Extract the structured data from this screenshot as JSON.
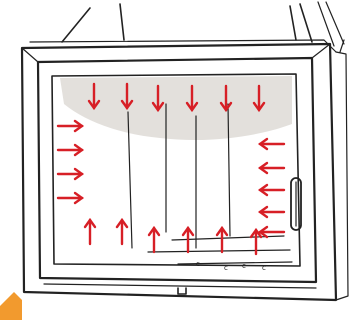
{
  "colors": {
    "arrow": "#d71f26",
    "smoke": "#e3e0dc",
    "outline": "#222222",
    "background": "#ffffff",
    "corner_badge": "#f29a2e"
  },
  "arrows": {
    "top": {
      "direction": "down",
      "count": 6
    },
    "left": {
      "direction": "right",
      "count": 4
    },
    "right": {
      "direction": "left",
      "count": 5
    },
    "bottom": {
      "direction": "up",
      "count": 6
    }
  },
  "air_inlet_marks": [
    "c",
    "c",
    "c",
    "c"
  ],
  "icons": {
    "frame": "fireplace-insert-icon",
    "handle": "door-handle-icon",
    "badge": "corner-badge-icon"
  }
}
